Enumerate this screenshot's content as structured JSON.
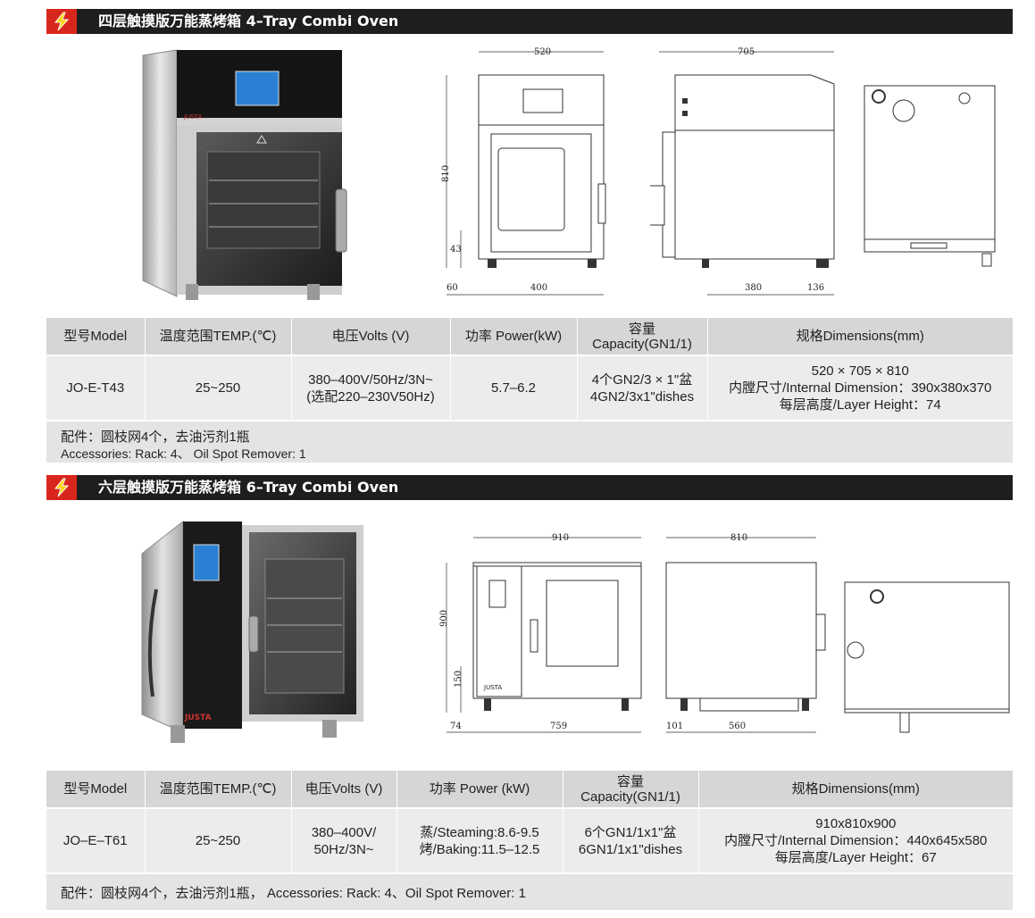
{
  "section1": {
    "title": "四层触摸版万能蒸烤箱 4–Tray Combi Oven",
    "brand": "JUSTA",
    "dims": {
      "width": "520",
      "depth": "705",
      "height": "810",
      "leg": "43",
      "left_offset": "60",
      "base_front": "400",
      "base_side": "380",
      "side_offset": "136"
    },
    "table": {
      "headers": [
        "型号Model",
        "温度范围TEMP.(℃)",
        "电压Volts (V)",
        "功率 Power(kW)",
        "容量",
        "Capacity(GN1/1)",
        "规格Dimensions(mm)"
      ],
      "model": "JO-E-T43",
      "temp": "25~250",
      "volts_1": "380–400V/50Hz/3N~",
      "volts_2": "(选配220–230V50Hz)",
      "power": "5.7–6.2",
      "capacity_1": "4个GN2/3 × 1\"盆",
      "capacity_2": "4GN2/3x1\"dishes",
      "dim_1": "520 × 705 × 810",
      "dim_2": "内膛尺寸/Internal Dimension：390x380x370",
      "dim_3": "每层高度/Layer Height：74"
    },
    "accessories_cn": "配件：圆枝网4个，去油污剂1瓶",
    "accessories_en": "Accessories: Rack: 4、 Oil Spot Remover: 1"
  },
  "section2": {
    "title": "六层触摸版万能蒸烤箱 6–Tray Combi Oven",
    "brand": "JUSTA",
    "dims": {
      "width": "910",
      "depth": "810",
      "height": "900",
      "leg": "150",
      "left_offset": "74",
      "base_front": "759",
      "side_offset": "101",
      "base_side": "560"
    },
    "table": {
      "headers": [
        "型号Model",
        "温度范围TEMP.(℃)",
        "电压Volts (V)",
        "功率 Power (kW)",
        "容量",
        "Capacity(GN1/1)",
        "规格Dimensions(mm)"
      ],
      "model": "JO–E–T61",
      "temp": "25~250",
      "volts_1": "380–400V/",
      "volts_2": "50Hz/3N~",
      "power_1": "蒸/Steaming:8.6-9.5",
      "power_2": "烤/Baking:11.5–12.5",
      "capacity_1": "6个GN1/1x1\"盆",
      "capacity_2": "6GN1/1x1\"dishes",
      "dim_1": "910x810x900",
      "dim_2": "内膛尺寸/Internal Dimension：440x645x580",
      "dim_3": "每层高度/Layer Height：67"
    },
    "accessories": "配件：圆枝网4个，去油污剂1瓶， Accessories: Rack: 4、Oil Spot Remover: 1"
  },
  "colors": {
    "header_bg": "#1e1e1e",
    "flash_bg": "#d9261c",
    "table_header": "#d6d6d6",
    "table_cell": "#ececec",
    "accent_screen": "#2b7fd4"
  }
}
